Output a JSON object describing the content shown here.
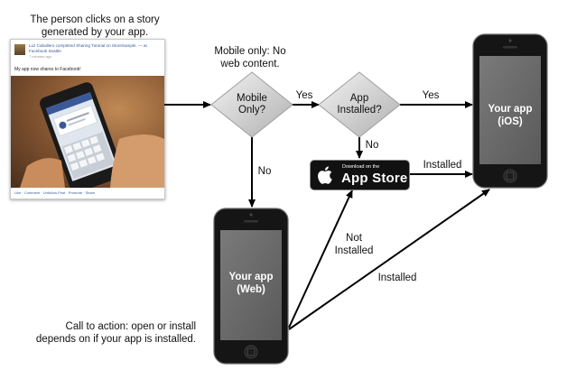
{
  "caption": {
    "story_line1": "The person clicks on a story",
    "story_line2": "generated by your app.",
    "mobile_only_line1": "Mobile only: No",
    "mobile_only_line2": "web content.",
    "cta_line1": "Call to action: open or install",
    "cta_line2": "depends on if your app is installed."
  },
  "story_card": {
    "name_line": "Luz Caballero completed Sharing Tutorial on StoreSample. — at",
    "place_line": "Facebook Seattle",
    "time": "7 minutes ago",
    "message": "My app now shares to Facebook!",
    "actions": "Like · Comment · Unfollow Post · Promote · Share"
  },
  "decisions": {
    "mobile_only_line1": "Mobile",
    "mobile_only_line2": "Only?",
    "app_installed_line1": "App",
    "app_installed_line2": "Installed?"
  },
  "edges": {
    "yes1": "Yes",
    "yes2": "Yes",
    "no_installed": "No",
    "no_mobile": "No",
    "installed_store": "Installed",
    "not_installed_line1": "Not",
    "not_installed_line2": "Installed",
    "installed_web": "Installed"
  },
  "app_store": {
    "small": "Download on the",
    "big": "App Store"
  },
  "phones": {
    "ios_line1": "Your app",
    "ios_line2": "(iOS)",
    "web_line1": "Your app",
    "web_line2": "(Web)"
  },
  "colors": {
    "diamond_light": "#f1f1f1",
    "diamond_dark": "#b3b3b3",
    "phone_body": "#151515",
    "phone_screen": "#6c6c6c",
    "arrow": "#000000"
  }
}
